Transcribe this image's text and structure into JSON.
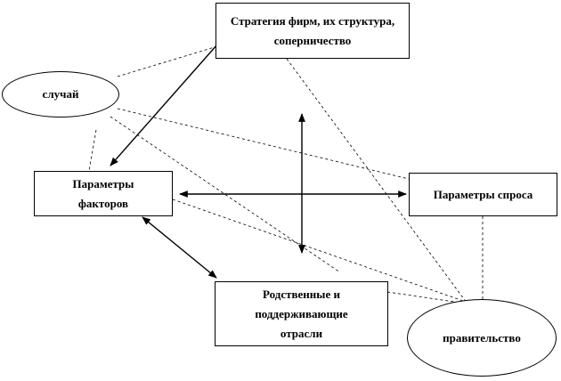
{
  "nodes": {
    "strategy": "Стратегия фирм, их структура, соперничество",
    "chance": "случай",
    "factors": "Параметры факторов",
    "demand": "Параметры спроса",
    "related": "Родственные и поддерживающие отрасли",
    "government": "правительство"
  }
}
